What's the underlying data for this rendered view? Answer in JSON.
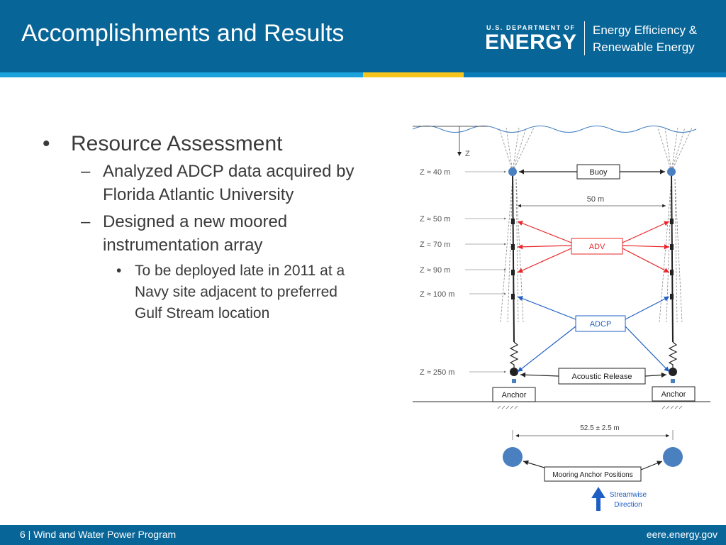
{
  "header": {
    "title": "Accomplishments and Results",
    "logo": {
      "department_line": "U.S. DEPARTMENT OF",
      "energy_word": "ENERGY",
      "office_line1": "Energy Efficiency &",
      "office_line2": "Renewable Energy"
    },
    "colors": {
      "band": "#086598",
      "stripe_light": "#1ca3dc",
      "stripe_yellow": "#f5c51b",
      "stripe_blue": "#0b7cba"
    }
  },
  "content": {
    "bullet_symbol": "•",
    "dash_symbol": "–",
    "items": [
      {
        "level": 1,
        "text": "Resource Assessment"
      },
      {
        "level": 2,
        "text": "Analyzed ADCP data acquired by Florida Atlantic University"
      },
      {
        "level": 2,
        "text": "Designed a new moored instrumentation array"
      },
      {
        "level": 3,
        "text": "To be deployed late in 2011 at a Navy site adjacent to preferred Gulf Stream location"
      }
    ]
  },
  "diagram": {
    "z_axis_label": "Z",
    "depths": [
      "Z ≈ 40 m",
      "Z ≈ 50 m",
      "Z ≈ 70 m",
      "Z ≈ 90 m",
      "Z ≈ 100 m",
      "Z ≈ 250 m"
    ],
    "labels": {
      "buoy": "Buoy",
      "spacing": "50 m",
      "adv": "ADV",
      "adcp": "ADCP",
      "acoustic_release": "Acoustic Release",
      "anchor_left": "Anchor",
      "anchor_right": "Anchor",
      "plan_spacing": "52.5 ± 2.5 m",
      "mooring_positions": "Mooring Anchor Positions",
      "streamwise_1": "Streamwise",
      "streamwise_2": "Direction"
    },
    "icons": [
      "wave-line-icon",
      "buoy-float-icon",
      "spring-icon",
      "acoustic-release-icon",
      "arrow-up-icon"
    ],
    "colors": {
      "adv": "#e8262a",
      "adcp": "#1f5fc4",
      "water": "#3e7fc4",
      "buoy": "#4a7fc0",
      "streamwise": "#1f5fc4"
    }
  },
  "footer": {
    "left": "6 | Wind and Water Power Program",
    "right": "eere.energy.gov"
  }
}
